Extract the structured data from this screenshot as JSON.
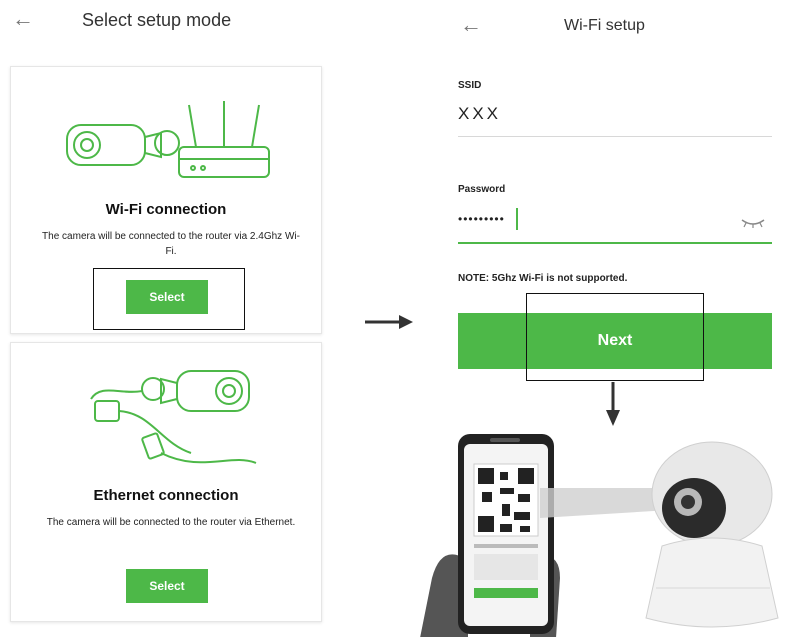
{
  "left_screen": {
    "title": "Select setup mode",
    "back_icon": "back-arrow-icon",
    "wifi_card": {
      "title": "Wi-Fi connection",
      "description": "The camera will be connected to the router via 2.4Ghz Wi-Fi.",
      "button_label": "Select"
    },
    "ethernet_card": {
      "title": "Ethernet connection",
      "description": "The camera will be connected to the router via Ethernet.",
      "button_label": "Select"
    }
  },
  "right_screen": {
    "title": "Wi-Fi setup",
    "back_icon": "back-arrow-icon",
    "ssid": {
      "label": "SSID",
      "value": "XXX"
    },
    "password": {
      "label": "Password",
      "value": "•••••••••",
      "toggle_icon": "eye-hidden-icon"
    },
    "note": "NOTE: 5Ghz Wi-Fi is not supported.",
    "next_label": "Next"
  },
  "flow_arrows": {
    "right_arrow": "arrow-right-icon",
    "down_arrow": "arrow-down-icon"
  },
  "colors": {
    "accent": "#4db848",
    "text": "#222222",
    "divider": "#d8d8d8"
  }
}
